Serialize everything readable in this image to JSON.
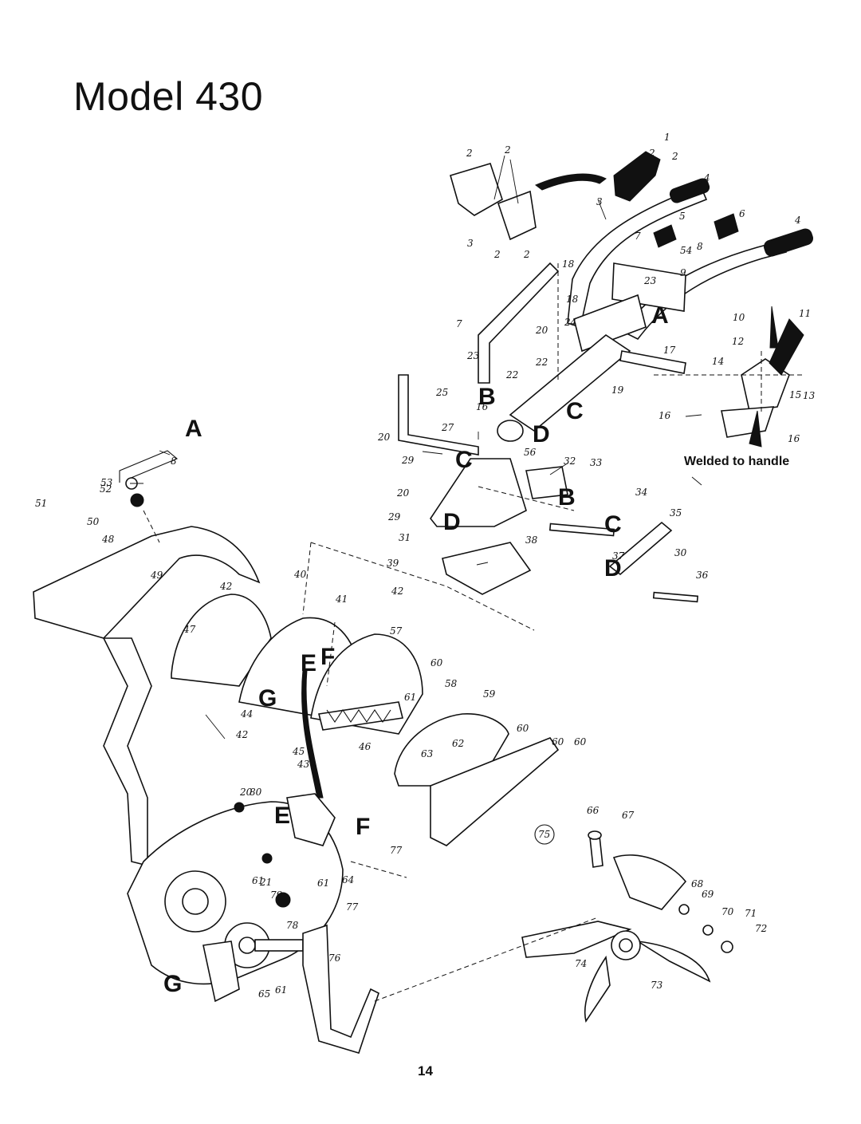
{
  "title": "Model 430",
  "page_number": "14",
  "welded_label": "Welded to handle",
  "section_letters": [
    "A",
    "A",
    "B",
    "B",
    "C",
    "C",
    "C",
    "D",
    "D",
    "D",
    "E",
    "E",
    "F",
    "F",
    "G",
    "G"
  ],
  "part_callouts": [
    "1",
    "2",
    "2",
    "2",
    "2",
    "2",
    "2",
    "3",
    "3",
    "4",
    "4",
    "5",
    "6",
    "7",
    "7",
    "8",
    "8",
    "9",
    "10",
    "11",
    "12",
    "13",
    "14",
    "15",
    "16",
    "16",
    "16",
    "17",
    "18",
    "18",
    "19",
    "20",
    "20",
    "20",
    "20",
    "21",
    "22",
    "22",
    "23",
    "23",
    "24",
    "25",
    "27",
    "29",
    "29",
    "30",
    "31",
    "32",
    "33",
    "34",
    "35",
    "36",
    "37",
    "38",
    "39",
    "40",
    "41",
    "42",
    "42",
    "42",
    "43",
    "44",
    "45",
    "46",
    "47",
    "48",
    "49",
    "50",
    "51",
    "52",
    "53",
    "54",
    "56",
    "57",
    "58",
    "59",
    "60",
    "60",
    "60",
    "60",
    "61",
    "61",
    "61",
    "61",
    "62",
    "63",
    "64",
    "65",
    "66",
    "67",
    "68",
    "69",
    "70",
    "71",
    "72",
    "73",
    "74",
    "75",
    "76",
    "77",
    "77",
    "78",
    "79",
    "80"
  ]
}
